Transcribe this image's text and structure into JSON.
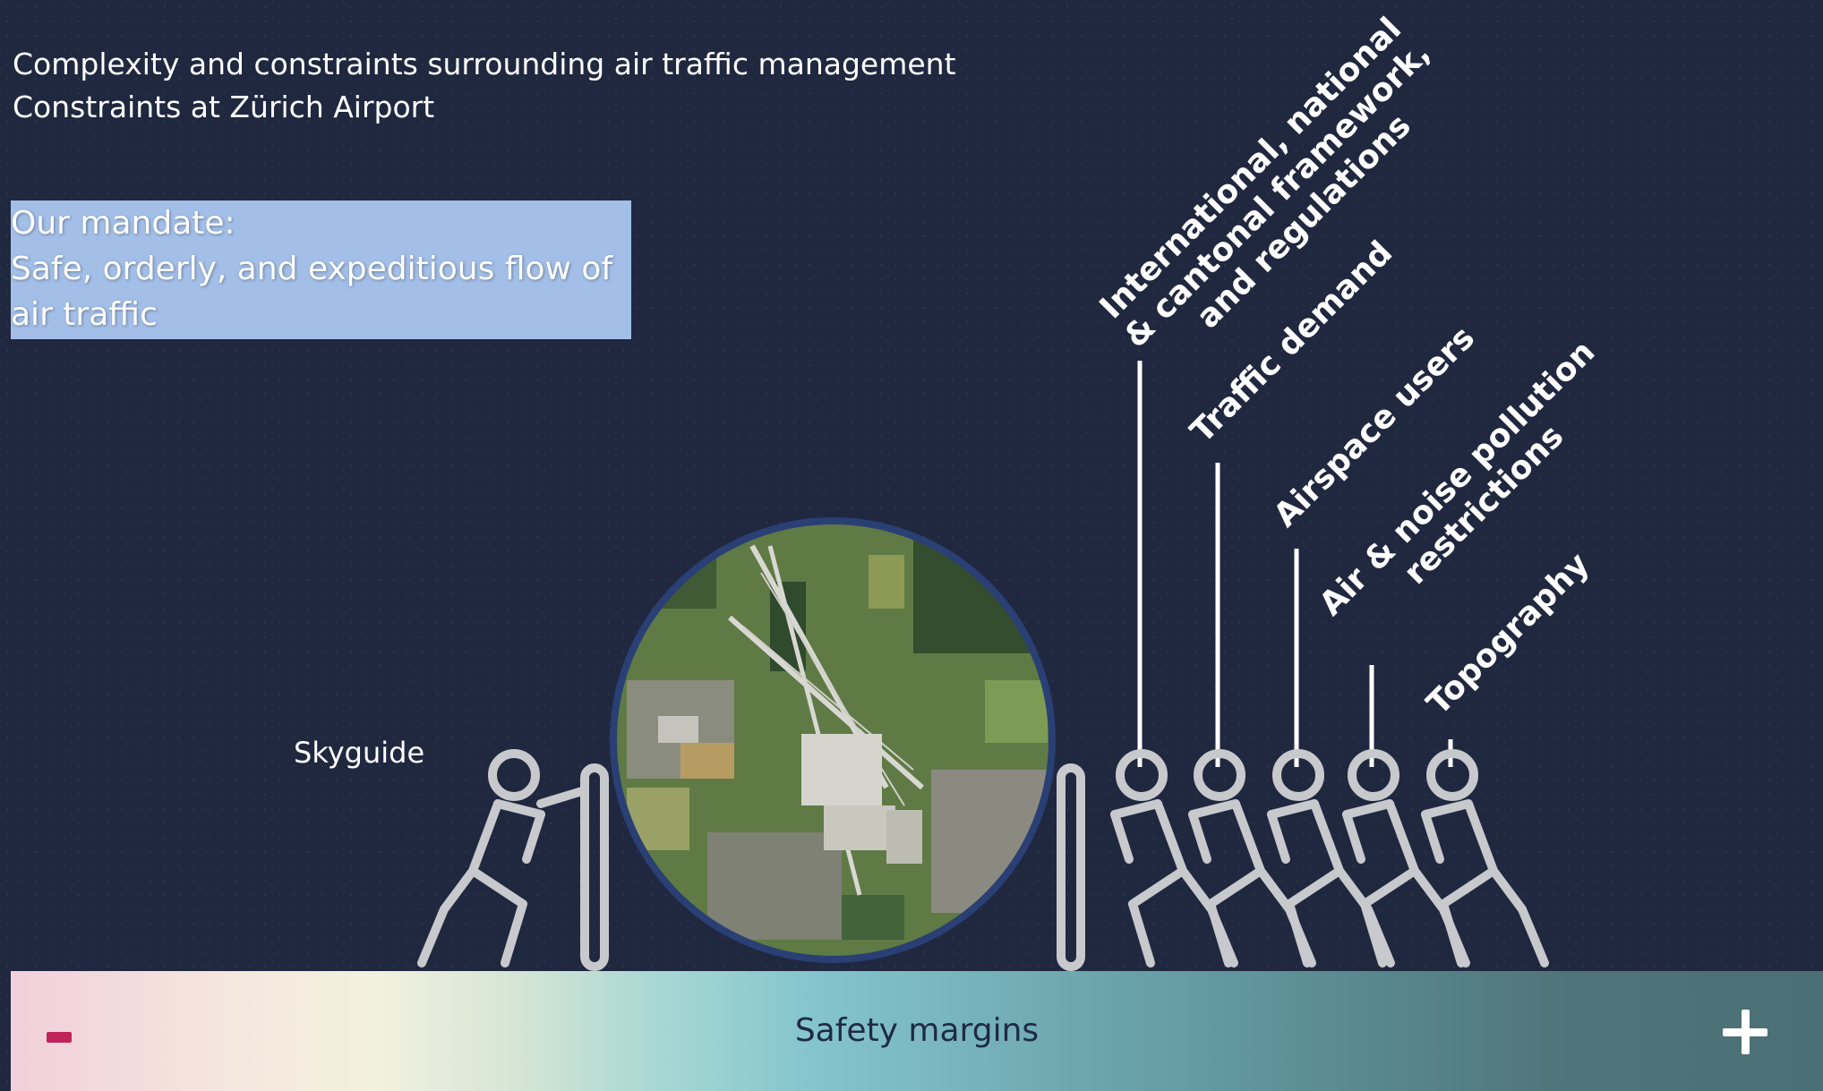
{
  "header": {
    "title": "Complexity and constraints surrounding air traffic management",
    "subtitle": "Constraints at Zürich Airport"
  },
  "mandate": {
    "heading": "Our mandate:",
    "text": "Safe, orderly, and expeditious flow of air traffic"
  },
  "actors": {
    "skyguide": "Skyguide"
  },
  "constraints": [
    {
      "lines": [
        "International, national",
        "& cantonal framework,",
        "and regulations"
      ]
    },
    {
      "lines": [
        "Traffic demand"
      ]
    },
    {
      "lines": [
        "Airspace users"
      ]
    },
    {
      "lines": [
        "Air & noise pollution",
        "restrictions"
      ]
    },
    {
      "lines": [
        "Topography"
      ]
    }
  ],
  "safety_scale": {
    "label": "Safety margins",
    "minus": "-",
    "plus": "+"
  },
  "colors": {
    "background": "#202840",
    "mandate_box": "#a3bfe8",
    "figure_stroke": "#c7c9cc",
    "globe_border": "#2a3f74",
    "minus_color": "#c0245a"
  },
  "icons": {
    "globe": "airport-satellite-globe-icon",
    "person": "pushing-person-icon"
  }
}
